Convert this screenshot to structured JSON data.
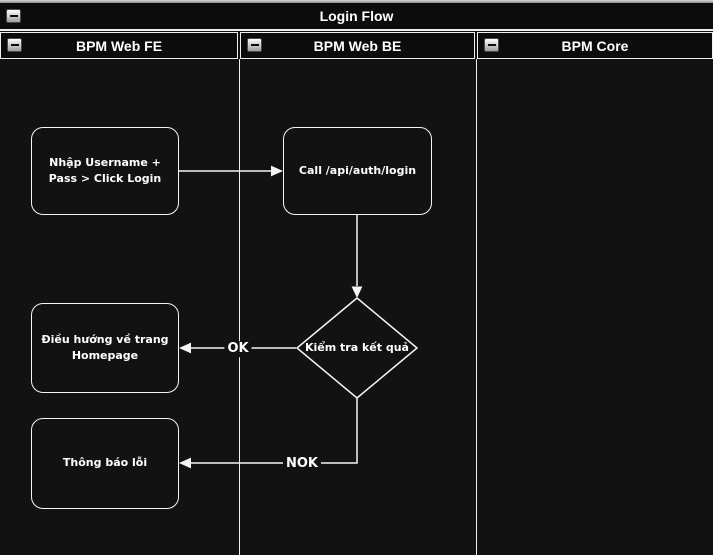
{
  "pool": {
    "title": "Login Flow"
  },
  "lanes": [
    {
      "label": "BPM Web FE"
    },
    {
      "label": "BPM Web BE"
    },
    {
      "label": "BPM Core"
    }
  ],
  "nodes": {
    "input": "Nhập Username + Pass > Click Login",
    "call": "Call /api/auth/login",
    "decision": "Kiểm tra kết quả",
    "redirect": "Điều hướng về trang Homepage",
    "error": "Thông báo lỗi"
  },
  "edges": {
    "ok_label": "OK",
    "nok_label": "NOK"
  },
  "colors": {
    "canvas": "#121212",
    "line": "#f0f0f0",
    "text": "#ffffff"
  }
}
